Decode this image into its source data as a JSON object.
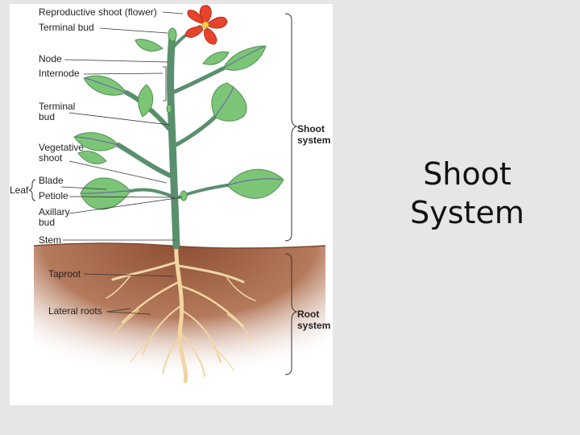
{
  "slide": {
    "title_line1": "Shoot",
    "title_line2": "System"
  },
  "diagram": {
    "labels": {
      "reproductive_shoot": "Reproductive shoot (flower)",
      "terminal_bud_top": "Terminal bud",
      "node": "Node",
      "internode": "Internode",
      "terminal_bud_l1": "Terminal",
      "terminal_bud_l2": "bud",
      "vegetative_l1": "Vegetative",
      "vegetative_l2": "shoot",
      "leaf": "Leaf",
      "blade": "Blade",
      "petiole": "Petiole",
      "axillary_l1": "Axillary",
      "axillary_l2": "bud",
      "stem": "Stem",
      "taproot": "Taproot",
      "lateral_roots": "Lateral roots"
    },
    "groups": {
      "shoot_l1": "Shoot",
      "shoot_l2": "system",
      "root_l1": "Root",
      "root_l2": "system"
    },
    "colors": {
      "soil": "#a9694a",
      "leaf": "#7cc576",
      "leaf_vein": "#6b6ba8",
      "stem": "#5a8f6e",
      "root": "#f3d9a6",
      "petal": "#e8432b",
      "background": "#e6e6e6"
    }
  }
}
